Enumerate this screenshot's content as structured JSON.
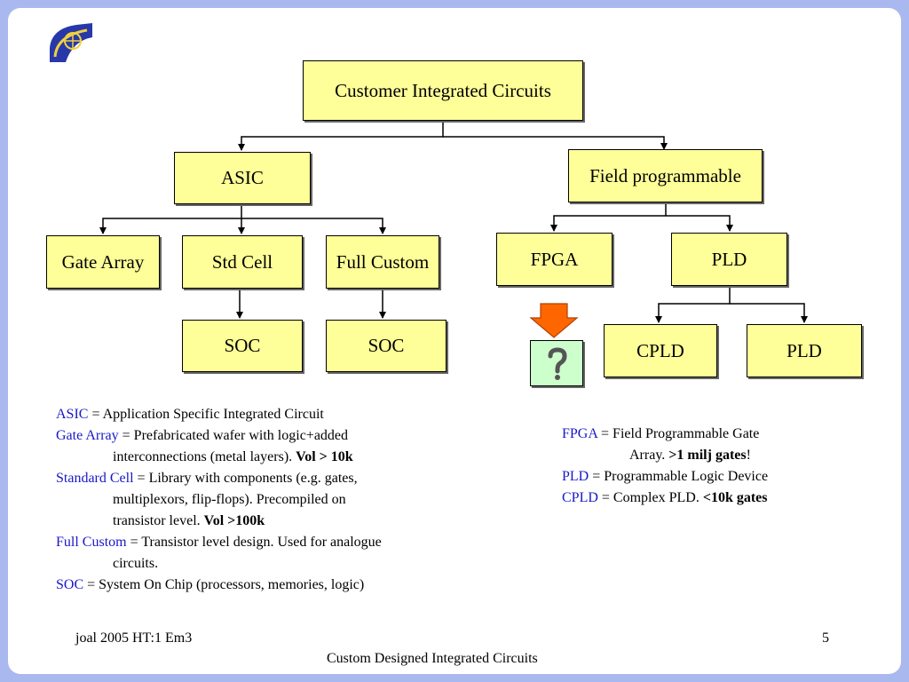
{
  "diagram": {
    "root": "Customer Integrated Circuits",
    "asic": "ASIC",
    "field_programmable": "Field programmable",
    "gate_array": "Gate Array",
    "std_cell": "Std Cell",
    "full_custom": "Full Custom",
    "soc_1": "SOC",
    "soc_2": "SOC",
    "fpga": "FPGA",
    "pld_top": "PLD",
    "cpld": "CPLD",
    "pld_bottom": "PLD",
    "question": "?"
  },
  "left_defs": {
    "asic_term": "ASIC",
    "asic_def": " = Application Specific Integrated Circuit",
    "gate_array_term": "Gate Array",
    "gate_array_def_1": " = Prefabricated wafer with logic+added",
    "gate_array_def_2": "interconnections (metal layers). ",
    "gate_array_vol": "Vol > 10k",
    "std_cell_term": "Standard Cell",
    "std_cell_def_1": " = Library with components (e.g. gates,",
    "std_cell_def_2": "multiplexors, flip-flops). Precompiled on",
    "std_cell_def_3": "transistor level. ",
    "std_cell_vol": "Vol >100k",
    "full_custom_term": "Full Custom",
    "full_custom_def_1": " = Transistor level design. Used for analogue",
    "full_custom_def_2": "circuits.",
    "soc_term": "SOC",
    "soc_def": " = System On Chip (processors, memories, logic)"
  },
  "right_defs": {
    "fpga_term": "FPGA",
    "fpga_def_1": " = Field Programmable Gate",
    "fpga_def_2": "Array. ",
    "fpga_gates": ">1 milj gates",
    "fpga_excl": "!",
    "pld_term": "PLD",
    "pld_def": " = Programmable Logic Device",
    "cpld_term": "CPLD",
    "cpld_def": " = Complex PLD. ",
    "cpld_gates": "<10k gates"
  },
  "footer": {
    "left": "joal 2005 HT:1 Em3",
    "page_number": "5",
    "title": "Custom Designed Integrated Circuits"
  },
  "colors": {
    "background": "#a9b9ef",
    "box_fill": "#ffff99",
    "question_box_fill": "#ccffcc",
    "term_blue": "#1818c8",
    "arrow_orange": "#ff6600"
  },
  "icons": {
    "logo": "university-logo-icon",
    "arrow": "down-arrow-icon",
    "question": "question-mark-icon"
  }
}
